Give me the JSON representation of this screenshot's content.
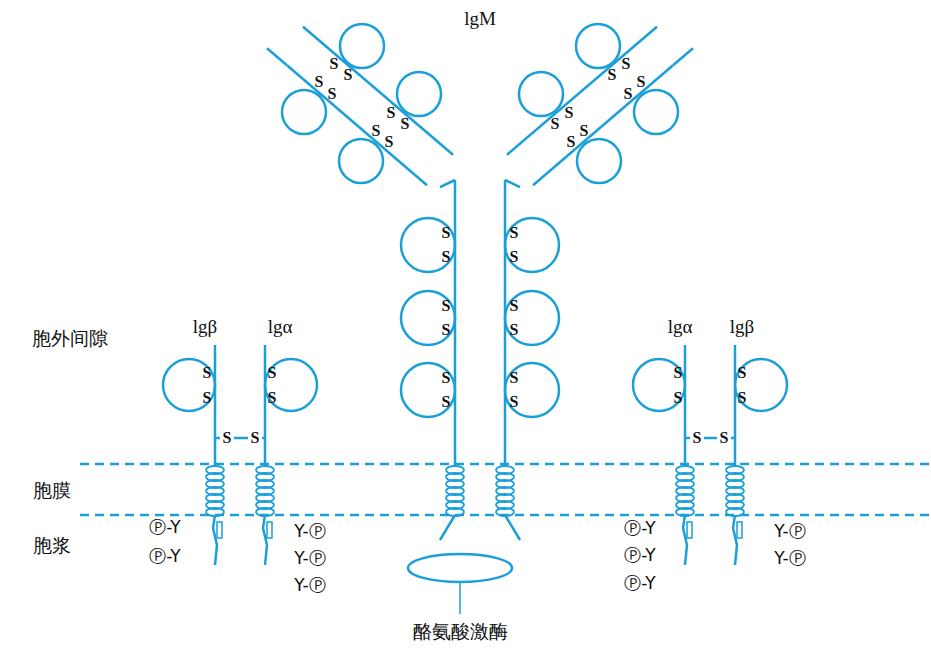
{
  "diagram": {
    "labels": [
      "lgM",
      "胞外间隙",
      "胞膜",
      "胞浆",
      "lgβ",
      "lgα",
      "lgα",
      "lgβ",
      "酪氨酸激酶",
      "Ⓟ-Y",
      "Ⓟ-Y",
      "Y-Ⓟ",
      "Y-Ⓟ",
      "Y-Ⓟ",
      "Ⓟ-Y",
      "Ⓟ-Y",
      "Ⓟ-Y",
      "Y-Ⓟ",
      "Y-Ⓟ",
      "S",
      "S",
      "S",
      "S",
      "S",
      "S",
      "S",
      "S",
      "S",
      "S",
      "S",
      "S",
      "S",
      "S",
      "S",
      "S",
      "S",
      "S",
      "S",
      "S",
      "S",
      "S",
      "S",
      "S",
      "S",
      "S",
      "S",
      "S",
      "S",
      "S",
      "S",
      "S",
      "S",
      "S",
      "S",
      "S",
      "S",
      "S",
      "S",
      "S"
    ]
  }
}
